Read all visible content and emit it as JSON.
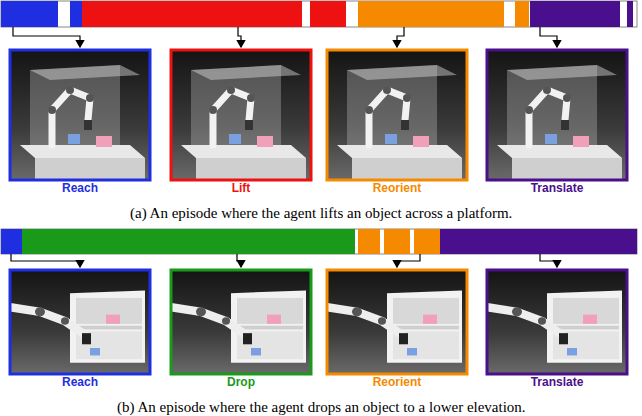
{
  "diagram": {
    "nodes": [
      {
        "text": [
          "Reach"
        ]
      },
      {
        "text": [
          "Lift"
        ]
      },
      {
        "text": [
          "Reorient"
        ]
      },
      {
        "text": [
          "Translate"
        ]
      },
      {
        "text": [
          "Reach"
        ]
      },
      {
        "text": [
          "Drop"
        ]
      },
      {
        "text": [
          "Reorient"
        ]
      },
      {
        "text": [
          "Translate"
        ]
      }
    ],
    "labels": [
      "(a) An episode where the agent lifts an object across a platform.",
      "(b) An episode where the agent drops an object to a lower elevation."
    ]
  }
}
